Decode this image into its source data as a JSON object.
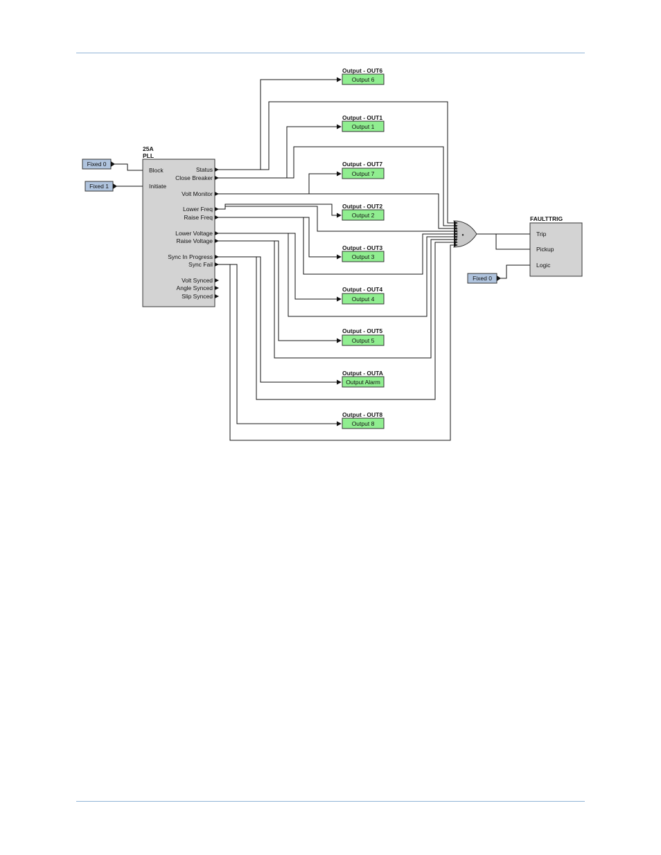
{
  "diagram": {
    "pll": {
      "title": "25A",
      "subtitle": "PLL",
      "inputs": [
        "Block",
        "Initiate"
      ],
      "outputs": [
        "Status",
        "Close Breaker",
        "Volt Monitor",
        "Lower Freq",
        "Raise Freq",
        "Lower Voltage",
        "Raise Voltage",
        "Sync In Progress",
        "Sync Fail",
        "Volt Synced",
        "Angle Synced",
        "Slip Synced"
      ]
    },
    "fixed_inputs": [
      "Fixed 0",
      "Fixed 1",
      "Fixed 0"
    ],
    "outputs": [
      {
        "header": "Output - OUT6",
        "label": "Output 6"
      },
      {
        "header": "Output - OUT1",
        "label": "Output 1"
      },
      {
        "header": "Output - OUT7",
        "label": "Output 7"
      },
      {
        "header": "Output - OUT2",
        "label": "Output 2"
      },
      {
        "header": "Output - OUT3",
        "label": "Output 3"
      },
      {
        "header": "Output - OUT4",
        "label": "Output 4"
      },
      {
        "header": "Output - OUT5",
        "label": "Output 5"
      },
      {
        "header": "Output - OUTA",
        "label": "Output Alarm"
      },
      {
        "header": "Output - OUT8",
        "label": "Output 8"
      }
    ],
    "faulttrig": {
      "title": "FAULTTRIG",
      "inputs": [
        "Trip",
        "Pickup",
        "Logic"
      ]
    },
    "or_gate_symbol": "•",
    "colors": {
      "output_fill": "#90ee90",
      "fixed_fill": "#b0c4de",
      "block_fill": "#d3d3d3",
      "rule": "#8fb3d6"
    }
  }
}
